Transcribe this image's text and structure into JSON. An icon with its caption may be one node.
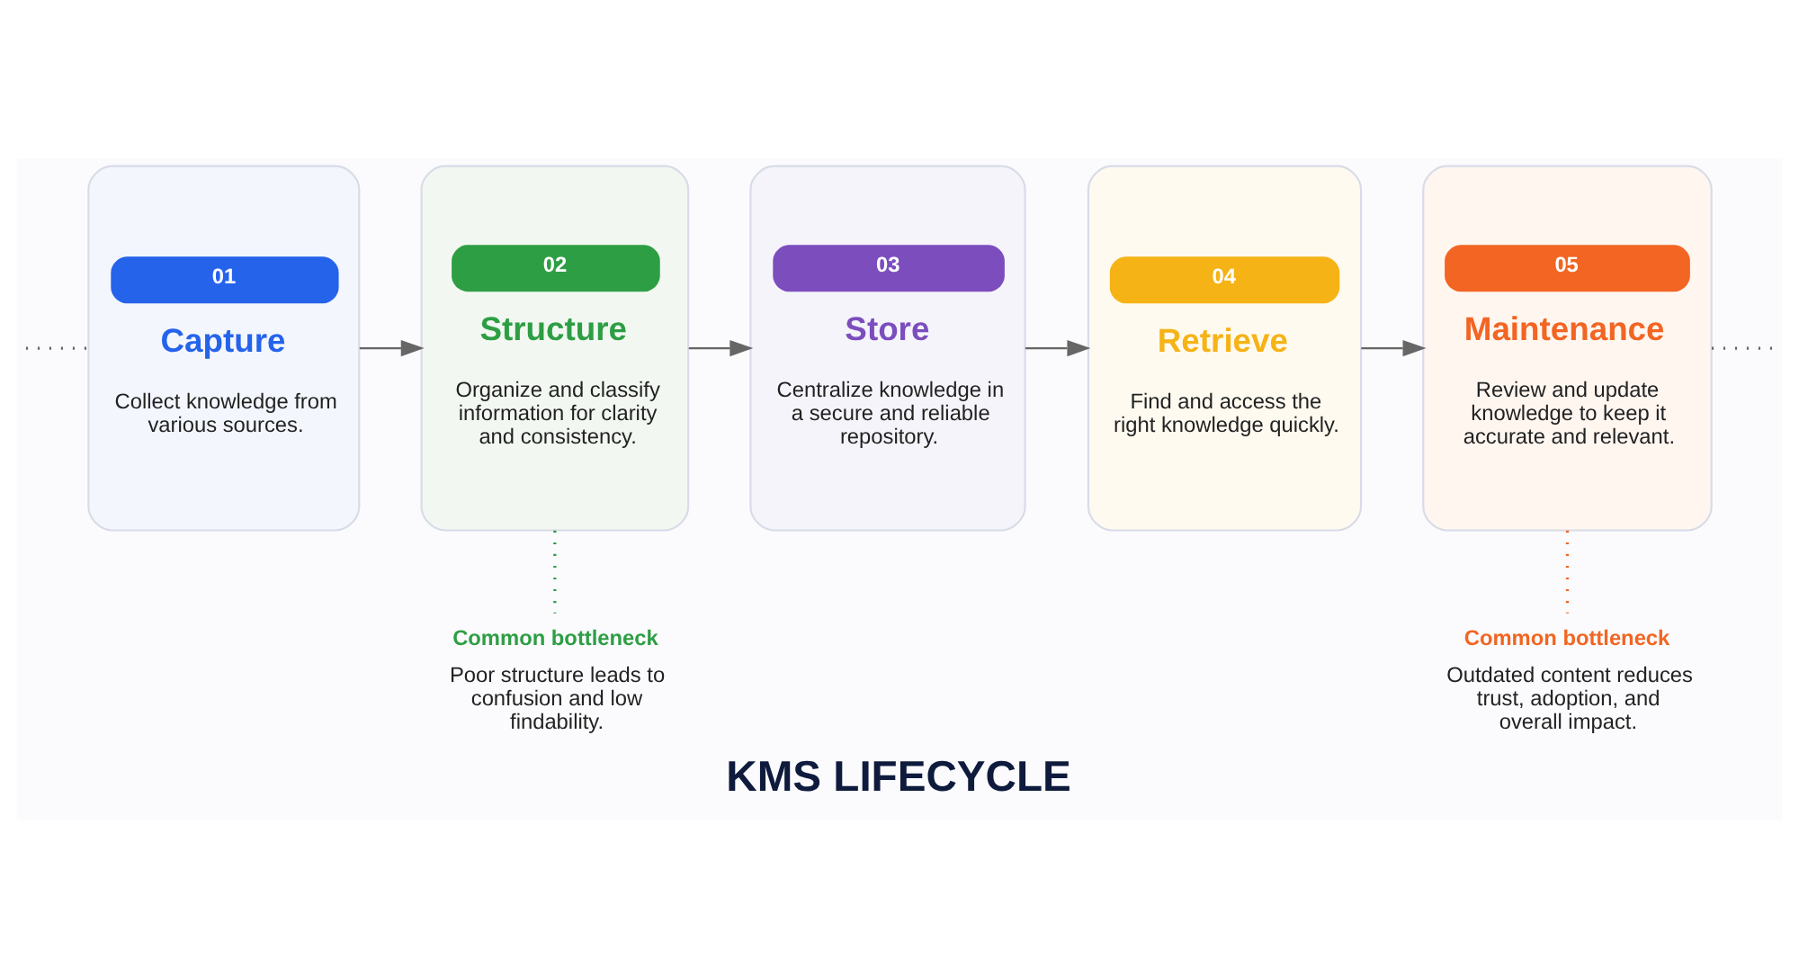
{
  "diagram": {
    "title": "KMS LIFECYCLE",
    "nodes": [
      {
        "text": [
          "01",
          "Capture",
          "Collect knowledge from various sources."
        ]
      },
      {
        "text": [
          "02",
          "Structure",
          "Organize and classify information for clarity and consistency."
        ]
      },
      {
        "text": [
          "03",
          "Store",
          "Centralize knowledge in a secure and reliable repository."
        ]
      },
      {
        "text": [
          "04",
          "Retrieve",
          "Find and access the right knowledge quickly."
        ]
      },
      {
        "text": [
          "05",
          "Maintenance",
          "Review and update knowledge to keep it accurate and relevant."
        ]
      },
      {
        "text": [
          "Common bottleneck",
          "Poor structure leads to confusion and low findability."
        ]
      },
      {
        "text": [
          "Common bottleneck",
          "Outdated content reduces trust, adoption, and overall impact."
        ]
      }
    ],
    "edges": [
      {
        "from": null,
        "to": 0,
        "arrow": "none",
        "style": "dashed"
      },
      {
        "from": 0,
        "to": 1,
        "arrow": "to"
      },
      {
        "from": 1,
        "to": 2,
        "arrow": "to"
      },
      {
        "from": 2,
        "to": 3,
        "arrow": "to"
      },
      {
        "from": 3,
        "to": 4,
        "arrow": "to"
      },
      {
        "from": 4,
        "to": null,
        "arrow": "none",
        "style": "dashed"
      },
      {
        "from": 1,
        "to": 5,
        "arrow": "none",
        "style": "dashed",
        "color": "#2e9e44"
      },
      {
        "from": 4,
        "to": 6,
        "arrow": "none",
        "style": "dashed",
        "color": "#f26522"
      }
    ]
  }
}
